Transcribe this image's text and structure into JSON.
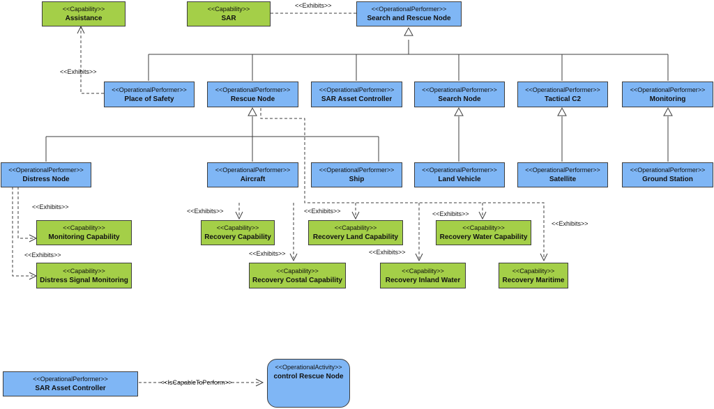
{
  "stereotypes": {
    "performer": "<<OperationalPerformer>>",
    "capability": "<<Capability>>",
    "activity": "<<OperationalActivity>>"
  },
  "relations": {
    "exhibits": "<<Exhibits>>",
    "is_capable": "<<IsCapableToPerform>>"
  },
  "capabilities": {
    "assistance": "Assistance",
    "sar": "SAR",
    "monitoring": "Monitoring Capability",
    "distress_signal": "Distress Signal Monitoring",
    "recovery": "Recovery Capability",
    "recovery_land": "Recovery Land Capability",
    "recovery_water": "Recovery Water Capability",
    "recovery_costal": "Recovery Costal Capability",
    "recovery_inland": "Recovery Inland Water",
    "recovery_maritime": "Recovery Maritime"
  },
  "performers": {
    "search_rescue": "Search and Rescue Node",
    "place_of_safety": "Place of Safety",
    "rescue_node": "Rescue Node",
    "sar_asset_controller": "SAR Asset Controller",
    "search_node": "Search Node",
    "tactical_c2": "Tactical C2",
    "monitoring": "Monitoring",
    "distress_node": "Distress Node",
    "aircraft": "Aircraft",
    "ship": "Ship",
    "land_vehicle": "Land Vehicle",
    "satellite": "Satellite",
    "ground_station": "Ground Station",
    "sar_asset_controller_2": "SAR Asset Controller"
  },
  "activities": {
    "control_rescue": "control Rescue Node"
  },
  "colors": {
    "performer_fill": "#7fb6f5",
    "capability_fill": "#a4cf48",
    "line": "#3c3c3c"
  }
}
